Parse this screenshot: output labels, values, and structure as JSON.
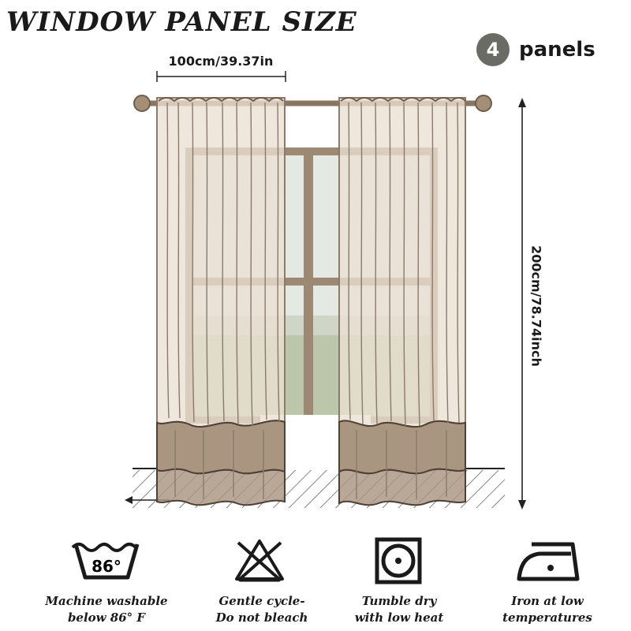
{
  "title": "WINDOW PANEL SIZE",
  "panels": {
    "count": "4",
    "label": "panels"
  },
  "dimensions": {
    "width": "100cm/39.37in",
    "height": "200cm/78.74inch"
  },
  "care": [
    {
      "icon": "machine-wash-icon",
      "temp": "86°",
      "line1": "Machine washable",
      "line2": "below 86° F"
    },
    {
      "icon": "no-bleach-icon",
      "line1": "Gentle cycle-",
      "line2": "Do not bleach"
    },
    {
      "icon": "tumble-dry-icon",
      "line1": "Tumble dry",
      "line2": "with low heat"
    },
    {
      "icon": "iron-icon",
      "line1": "Iron at low",
      "line2": "temperatures"
    }
  ],
  "colors": {
    "sheer": "#ece0d2",
    "sheer_edge": "#8a7a6a",
    "band": "#a99580",
    "window_frame": "#9c8873",
    "glass": "#dfe6e0",
    "grass": "#b9c4a8",
    "text": "#1a1a1a",
    "badge": "#6b6b66"
  }
}
